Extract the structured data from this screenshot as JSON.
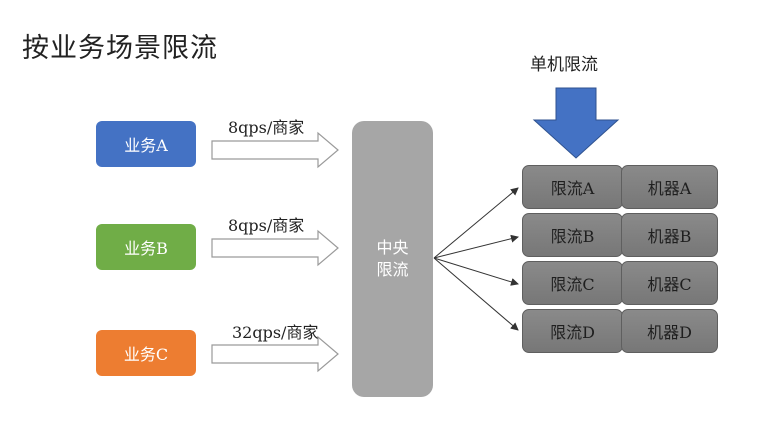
{
  "title": "按业务场景限流",
  "single_machine_label": "单机限流",
  "businesses": [
    {
      "label": "业务A",
      "color": "#4472c4",
      "rate": "8qps/商家"
    },
    {
      "label": "业务B",
      "color": "#70ad47",
      "rate": "8qps/商家"
    },
    {
      "label": "业务C",
      "color": "#ed7d31",
      "rate": "32qps/商家"
    }
  ],
  "central": {
    "line1": "中央",
    "line2": "限流"
  },
  "rows": [
    {
      "limiter": "限流A",
      "machine": "机器A"
    },
    {
      "limiter": "限流B",
      "machine": "机器B"
    },
    {
      "limiter": "限流C",
      "machine": "机器C"
    },
    {
      "limiter": "限流D",
      "machine": "机器D"
    }
  ],
  "colors": {
    "arrow_down": "#4472c4",
    "center_box": "#a6a6a6",
    "cell": "#808080"
  }
}
